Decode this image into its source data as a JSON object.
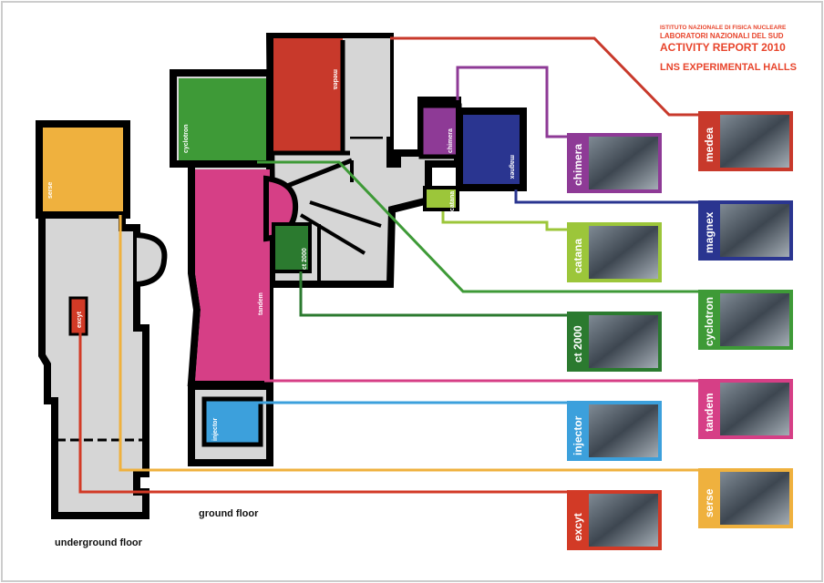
{
  "header": {
    "line1": "ISTITUTO NAZIONALE DI FISICA NUCLEARE",
    "line2": "LABORATORI NAZIONALI DEL SUD",
    "line3": "ACTIVITY REPORT 2010",
    "line4": "LNS EXPERIMENTAL HALLS"
  },
  "floors": {
    "underground": "underground floor",
    "ground": "ground floor"
  },
  "rooms": {
    "serse": "serse",
    "excyt": "excyt",
    "cyclotron": "cyclotron",
    "tandem": "tandem",
    "medea": "medea",
    "ct2000": "ct 2000",
    "chimera": "chimera",
    "catana": "catana",
    "magnex": "magnex",
    "injector": "injector"
  },
  "cards": [
    {
      "id": "medea",
      "label": "medea",
      "color": "#c8392b"
    },
    {
      "id": "chimera",
      "label": "chimera",
      "color": "#8e3a96"
    },
    {
      "id": "magnex",
      "label": "magnex",
      "color": "#2a3590"
    },
    {
      "id": "catana",
      "label": "catana",
      "color": "#9cc63a"
    },
    {
      "id": "cyclotron",
      "label": "cyclotron",
      "color": "#3e9a37"
    },
    {
      "id": "ct2000",
      "label": "ct 2000",
      "color": "#2b7a2f"
    },
    {
      "id": "tandem",
      "label": "tandem",
      "color": "#d63f86"
    },
    {
      "id": "injector",
      "label": "injector",
      "color": "#3ca0dc"
    },
    {
      "id": "serse",
      "label": "serse",
      "color": "#efb13e"
    },
    {
      "id": "excyt",
      "label": "excyt",
      "color": "#d23a26"
    }
  ],
  "colors": {
    "wall": "#000000",
    "floor": "#d6d6d6",
    "header": "#e8452c"
  }
}
